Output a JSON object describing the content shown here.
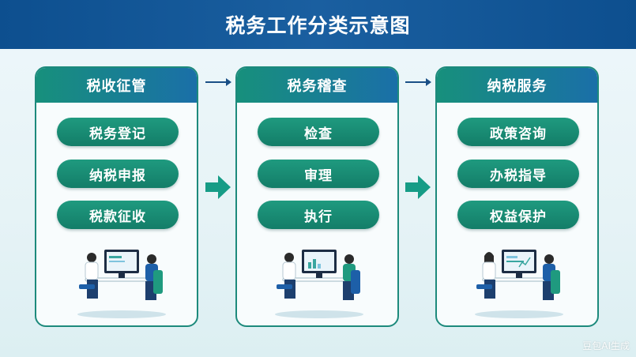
{
  "title": "税务工作分类示意图",
  "columns": [
    {
      "heading": "税收征管",
      "items": [
        "税务登记",
        "纳税申报",
        "税款征收"
      ]
    },
    {
      "heading": "税务稽查",
      "items": [
        "检查",
        "审理",
        "执行"
      ]
    },
    {
      "heading": "纳税服务",
      "items": [
        "政策咨询",
        "办税指导",
        "权益保护"
      ]
    }
  ],
  "watermark": "豆包AI生成",
  "colors": {
    "header": "#0d4f8f",
    "accent": "#1d8a7c",
    "pill": "#17907c",
    "border": "#1d8a7c"
  }
}
